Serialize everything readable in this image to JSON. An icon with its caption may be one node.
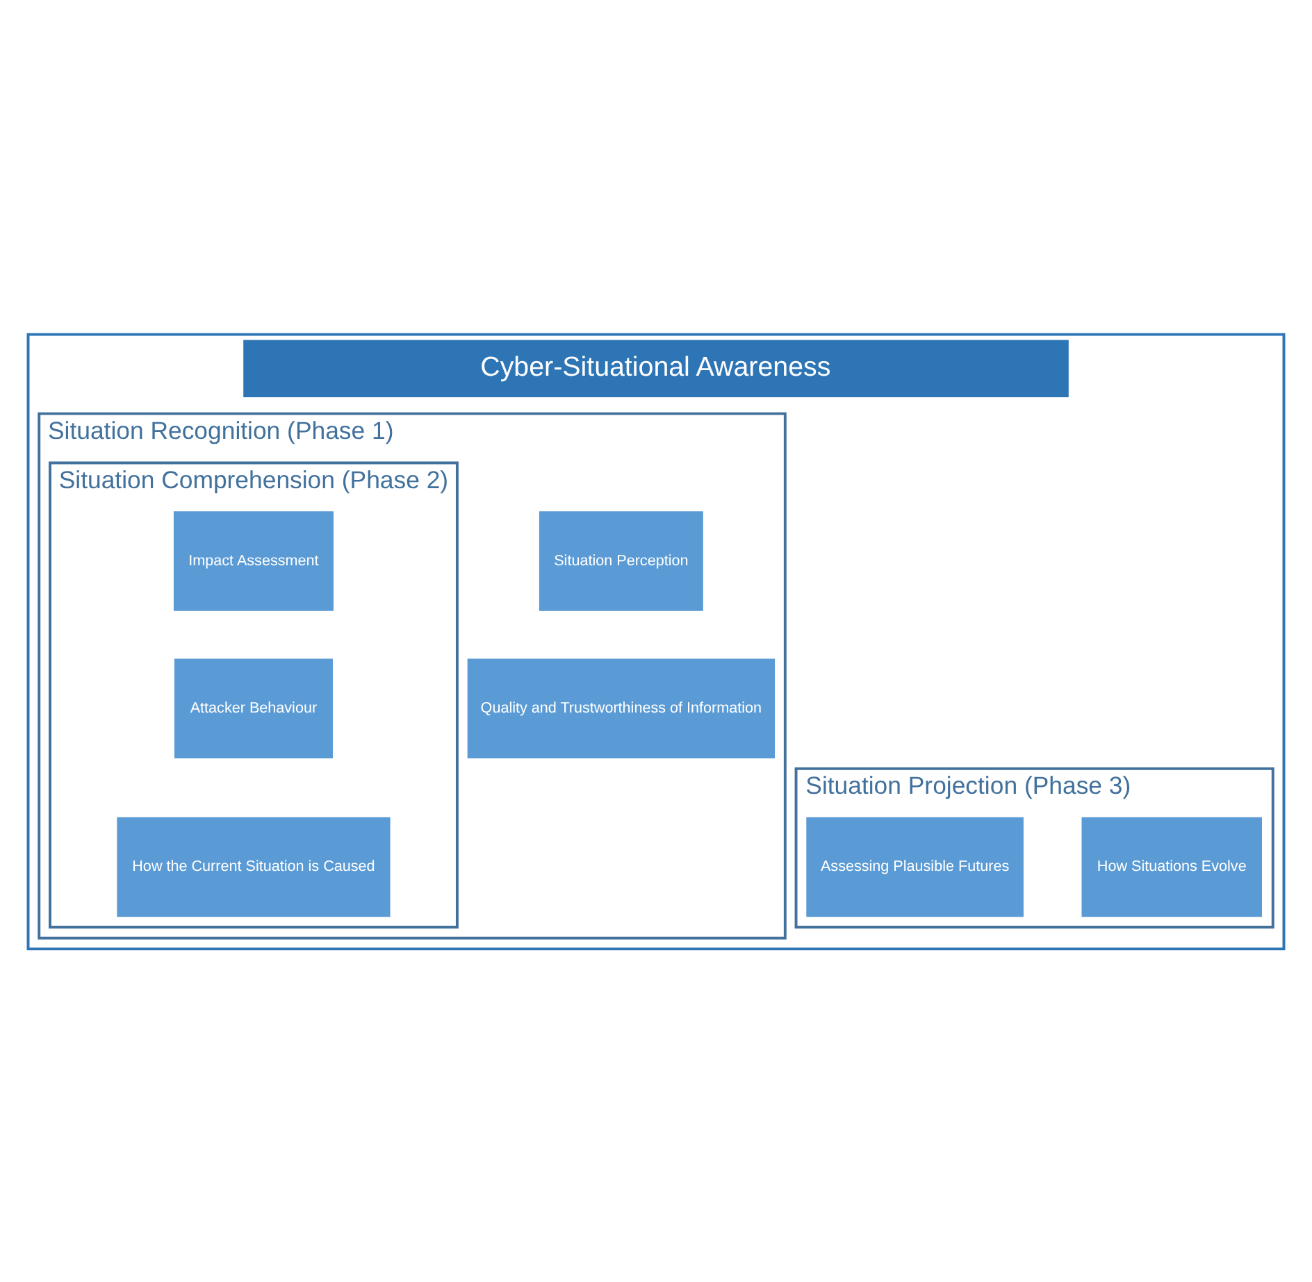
{
  "diagram": {
    "nodes": [
      {
        "text": [
          "Cyber-Situational Awareness"
        ]
      },
      {
        "text": [
          "Situation Recognition (Phase 1)"
        ],
        "in": 0
      },
      {
        "text": [
          "Situation Comprehension (Phase 2)"
        ],
        "in": 1
      },
      {
        "text": [
          "Situation Perception"
        ],
        "in": 1
      },
      {
        "text": [
          "Impact Assessment"
        ],
        "in": 2
      },
      {
        "text": [
          "Quality and Trustworthiness of Information"
        ],
        "in": 1
      },
      {
        "text": [
          "Attacker Behaviour"
        ],
        "in": 2
      },
      {
        "text": [
          "Situation Projection (Phase 3)"
        ],
        "in": 0
      },
      {
        "text": [
          "How the Current Situation is Caused"
        ],
        "in": 2
      },
      {
        "text": [
          "How Situations Evolve"
        ],
        "in": 7
      },
      {
        "text": [
          "Assessing Plausible Futures"
        ],
        "in": 7
      }
    ],
    "edges": []
  }
}
